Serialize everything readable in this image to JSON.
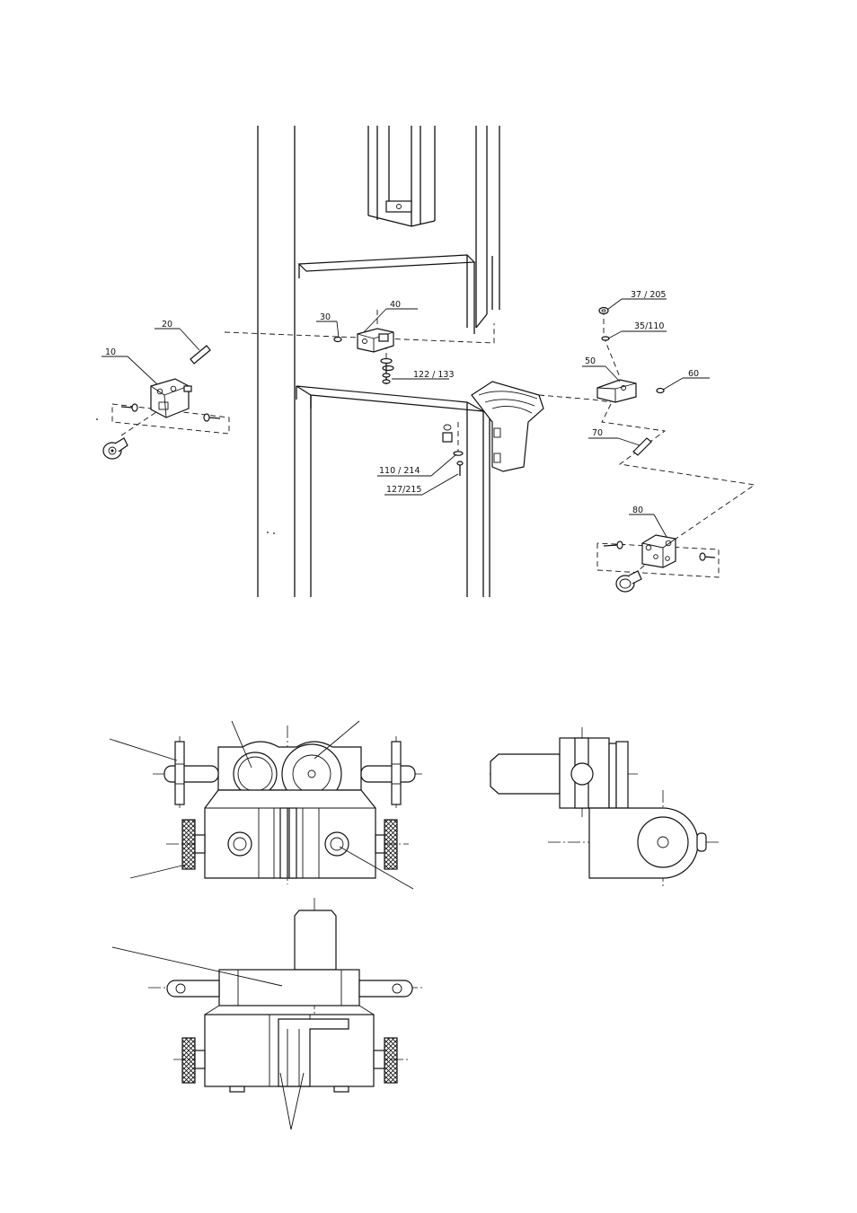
{
  "labels": {
    "p10": "10",
    "p20": "20",
    "p30": "30",
    "p40": "40",
    "p37": "37 / 205",
    "p35": "35/110",
    "p50": "50",
    "p60": "60",
    "p70": "70",
    "p80": "80",
    "p122": "122 / 133",
    "p110": "110 / 214",
    "p127": "127/215"
  }
}
